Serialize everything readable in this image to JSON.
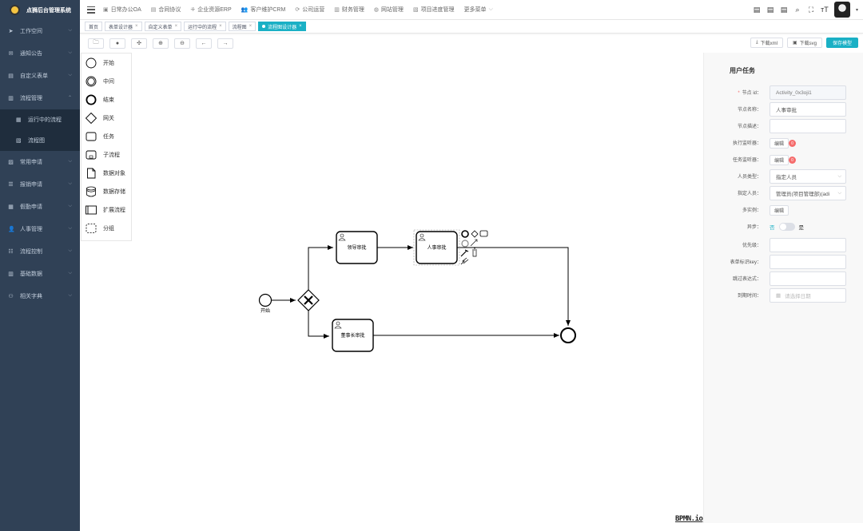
{
  "app": {
    "title": "点狮后台管理系统"
  },
  "sidebar": {
    "items": [
      {
        "label": "工作空间",
        "icon": "paper-plane-icon"
      },
      {
        "label": "通知公告",
        "icon": "mail-icon"
      },
      {
        "label": "自定义表单",
        "icon": "form-icon"
      },
      {
        "label": "流程管理",
        "icon": "chart-icon",
        "expanded": true
      },
      {
        "label": "常用申请",
        "icon": "doc-icon"
      },
      {
        "label": "报销申请",
        "icon": "list-icon"
      },
      {
        "label": "假勤申请",
        "icon": "calendar-icon"
      },
      {
        "label": "人事管理",
        "icon": "user-icon"
      },
      {
        "label": "流程控制",
        "icon": "control-icon"
      },
      {
        "label": "基础数据",
        "icon": "bar-icon"
      },
      {
        "label": "相关字典",
        "icon": "dict-icon"
      }
    ],
    "subitems": [
      {
        "label": "运行中的流程",
        "icon": "running-icon"
      },
      {
        "label": "流程图",
        "icon": "flowchart-icon"
      }
    ]
  },
  "topnav": {
    "menus": [
      {
        "label": "日常办公OA",
        "icon": "oa-icon"
      },
      {
        "label": "合同协议",
        "icon": "contract-icon"
      },
      {
        "label": "企业资源ERP",
        "icon": "erp-icon"
      },
      {
        "label": "客户维护CRM",
        "icon": "crm-icon"
      },
      {
        "label": "公司运营",
        "icon": "ops-icon"
      },
      {
        "label": "财务管理",
        "icon": "finance-icon"
      },
      {
        "label": "网站管理",
        "icon": "globe-icon"
      },
      {
        "label": "项目进度管理",
        "icon": "project-icon"
      }
    ],
    "more_label": "更多菜单"
  },
  "tags": [
    {
      "label": "首页",
      "closable": false,
      "active": false
    },
    {
      "label": "表单设计器",
      "closable": true,
      "active": false
    },
    {
      "label": "自定义表单",
      "closable": true,
      "active": false
    },
    {
      "label": "运行中的流程",
      "closable": true,
      "active": false
    },
    {
      "label": "流程图",
      "closable": true,
      "active": false
    },
    {
      "label": "流程图设计器",
      "closable": true,
      "active": true
    }
  ],
  "toolbar": {
    "download_xml": "下载xml",
    "download_svg": "下载svg",
    "save_model": "保存模型"
  },
  "palette": [
    {
      "label": "开始",
      "shape": "start-event"
    },
    {
      "label": "中间",
      "shape": "intermediate-event"
    },
    {
      "label": "结束",
      "shape": "end-event"
    },
    {
      "label": "网关",
      "shape": "gateway"
    },
    {
      "label": "任务",
      "shape": "task"
    },
    {
      "label": "子流程",
      "shape": "subprocess"
    },
    {
      "label": "数据对象",
      "shape": "data-object"
    },
    {
      "label": "数据存储",
      "shape": "data-store"
    },
    {
      "label": "扩展流程",
      "shape": "pool"
    },
    {
      "label": "分组",
      "shape": "group"
    }
  ],
  "diagram": {
    "start_label": "开始",
    "tasks": [
      {
        "label": "领导审批"
      },
      {
        "label": "人事审批",
        "selected": true
      },
      {
        "label": "董事长审批"
      }
    ]
  },
  "watermark": "BPMN.io",
  "props": {
    "title": "用户任务",
    "node_id_label": "节点 id：",
    "node_id_value": "Activity_0x3oji1",
    "node_name_label": "节点名称：",
    "node_name_value": "人事审批",
    "node_desc_label": "节点描述：",
    "exec_listener_label": "执行监听器：",
    "exec_listener_btn": "编辑",
    "exec_listener_count": "0",
    "task_listener_label": "任务监听器：",
    "task_listener_btn": "编辑",
    "task_listener_count": "0",
    "person_type_label": "人员类型：",
    "person_type_value": "指定人员",
    "assignee_label": "指定人员：",
    "assignee_value": "管理员(项目管理部)(adi",
    "multi_instance_label": "多实例：",
    "multi_instance_btn": "编辑",
    "async_label": "异步：",
    "async_no": "否",
    "async_yes": "是",
    "priority_label": "优先级：",
    "form_key_label": "表单标识key：",
    "skip_expr_label": "跳过表达式：",
    "due_date_label": "到期时间：",
    "due_date_placeholder": "请选择日期"
  }
}
